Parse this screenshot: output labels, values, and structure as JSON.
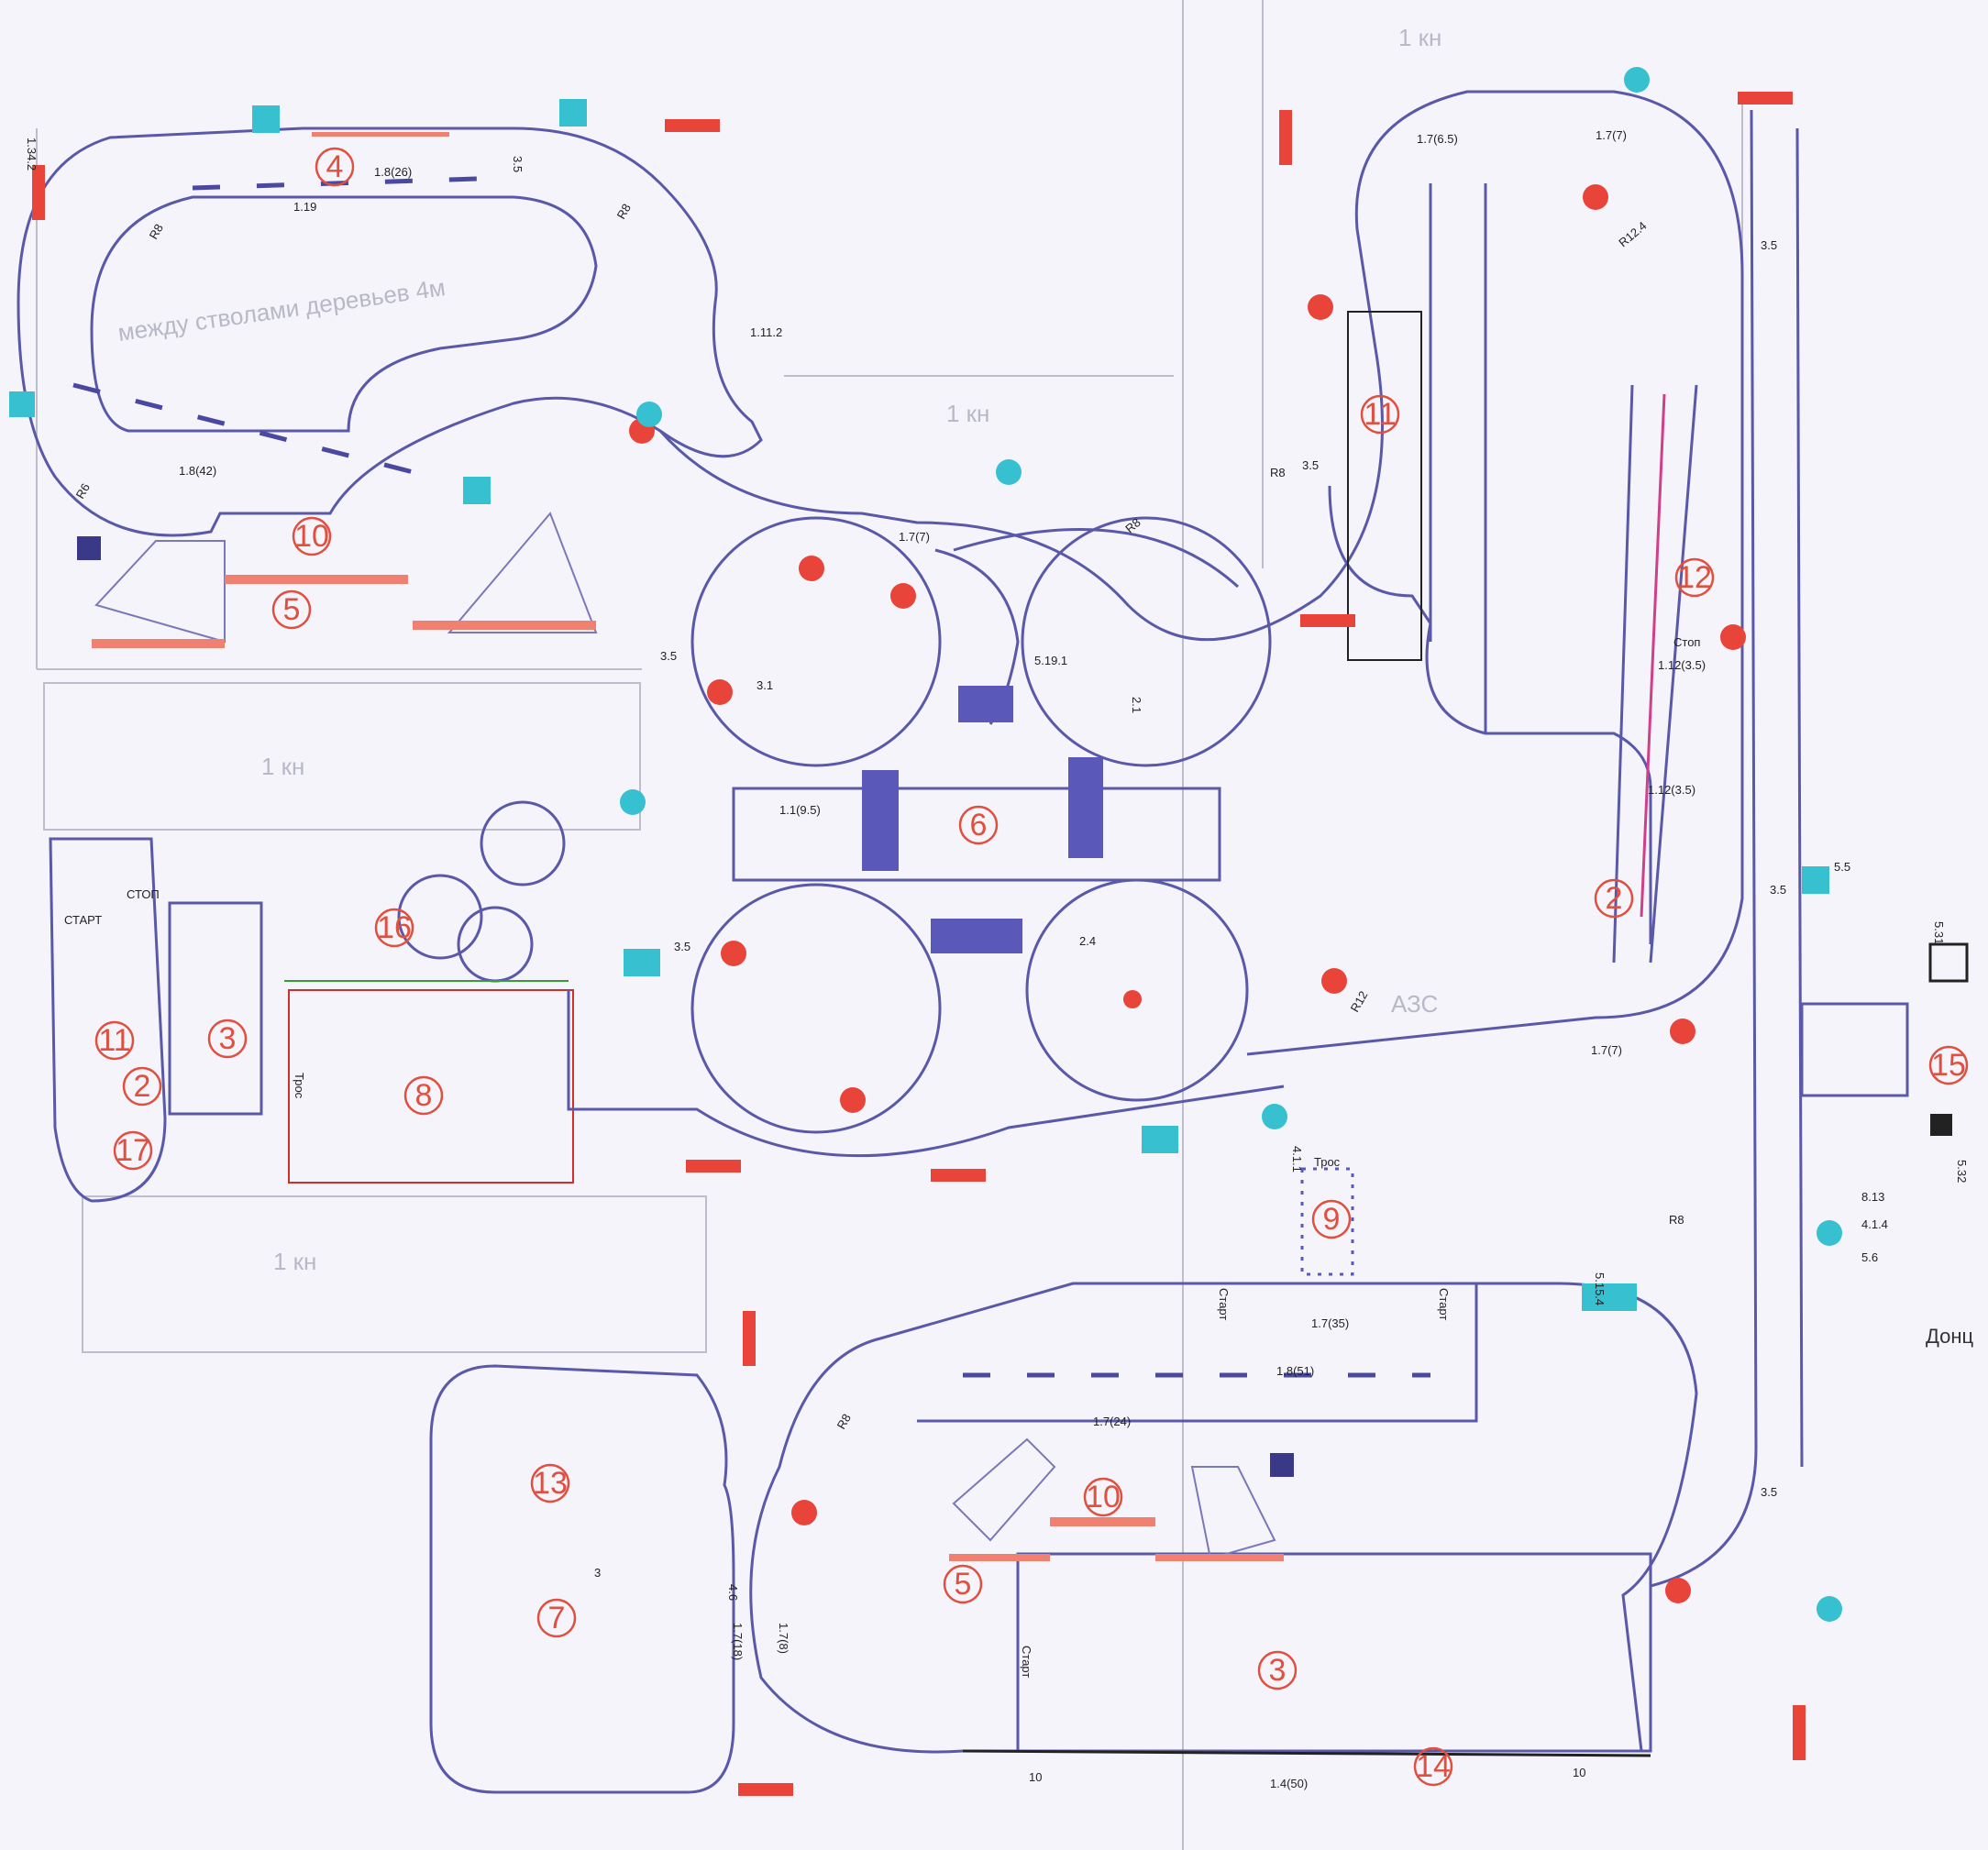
{
  "zones": [
    {
      "id": "z4",
      "label": "4"
    },
    {
      "id": "z10a",
      "label": "10"
    },
    {
      "id": "z5a",
      "label": "5"
    },
    {
      "id": "z11a",
      "label": "11"
    },
    {
      "id": "z12",
      "label": "12"
    },
    {
      "id": "z6",
      "label": "6"
    },
    {
      "id": "z2a",
      "label": "2"
    },
    {
      "id": "z16",
      "label": "16"
    },
    {
      "id": "z11b",
      "label": "11"
    },
    {
      "id": "z3a",
      "label": "3"
    },
    {
      "id": "z2b",
      "label": "2"
    },
    {
      "id": "z17",
      "label": "17"
    },
    {
      "id": "z8",
      "label": "8"
    },
    {
      "id": "z9",
      "label": "9"
    },
    {
      "id": "z15",
      "label": "15"
    },
    {
      "id": "z13",
      "label": "13"
    },
    {
      "id": "z7",
      "label": "7"
    },
    {
      "id": "z10b",
      "label": "10"
    },
    {
      "id": "z5b",
      "label": "5"
    },
    {
      "id": "z3b",
      "label": "3"
    },
    {
      "id": "z14",
      "label": "14"
    }
  ],
  "labels": {
    "trees_note": "между стволами деревьев 4м",
    "kn_top": "1 кн",
    "kn_mid": "1 кн",
    "kn_left": "1 кн",
    "kn_bottom": "1 кн",
    "azs": "АЗС",
    "tros_8": "Трос",
    "tros_9": "Трос",
    "start_1": "Старт",
    "start_2": "Старт",
    "start_3": "Старт",
    "start_4": "СТАРТ",
    "stop_1": "Стоп",
    "stop_2": "СТОП",
    "donts": "Донц",
    "m_1_8_26": "1.8(26)",
    "m_1_19": "1.19",
    "m_1_8_42": "1.8(42)",
    "m_1_7_6_5": "1.7(6.5)",
    "m_1_7_7a": "1.7(7)",
    "m_1_7_7b": "1.7(7)",
    "m_1_7_7c": "1.7(7)",
    "m_1_7_35": "1.7(35)",
    "m_1_8_51": "1.8(51)",
    "m_1_7_24": "1.7(24)",
    "m_1_4_50": "1.4(50)",
    "m_1_1_9_5": "1.1(9.5)",
    "m_1_12_3_5a": "1.12(3.5)",
    "m_1_12_3_5b": "1.12(3.5)",
    "m_1_7_18": "1.7(18)",
    "m_1_7_8": "1.7(8)",
    "w_3_5": "3.5",
    "w_4_6": "4.6",
    "w_10": "10",
    "w_3": "3",
    "r8": "R8",
    "r6": "R6",
    "r12": "R12",
    "r12_4": "R12.4",
    "s_1_34_2": "1.34.2",
    "s_1_11_2": "1.11.2",
    "s_5_5": "5.5",
    "s_3_1": "3.1",
    "s_2_4": "2.4",
    "s_5_19_1": "5.19.1",
    "s_4_1_1": "4.1.1",
    "s_2_1": "2.1",
    "s_8_13": "8.13",
    "s_5_15_4": "5.15.4",
    "s_5_32": "5.32",
    "s_5_31": "5.31",
    "s_4_1_4": "4.1.4",
    "s_5_6": "5.6"
  },
  "colors": {
    "road": "#5a58a8",
    "zone": "#e05040",
    "sign_red": "#e8443a",
    "sign_cyan": "#36c0d0"
  }
}
